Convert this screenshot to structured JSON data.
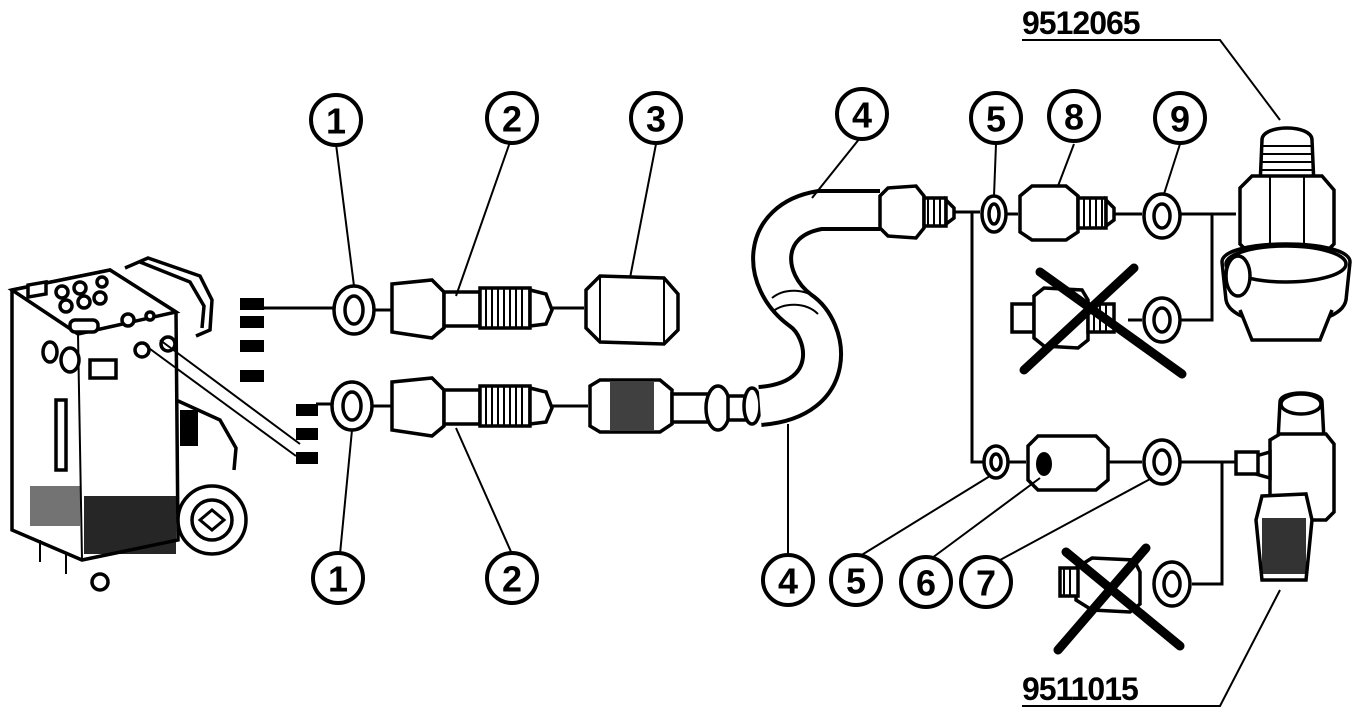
{
  "callouts": {
    "c1_top": "1",
    "c2_top": "2",
    "c3_top": "3",
    "c4_top": "4",
    "c5_top": "5",
    "c8_top": "8",
    "c9_top": "9",
    "c1_bottom": "1",
    "c2_bottom": "2",
    "c4_bottom": "4",
    "c5_bottom": "5",
    "c6_bottom": "6",
    "c7_bottom": "7"
  },
  "part_numbers": {
    "top_right": "9512065",
    "bottom_right": "9511015"
  },
  "icons": {
    "machine": "service-station-icon",
    "crossed_out": "not-allowed-cross-icon"
  }
}
